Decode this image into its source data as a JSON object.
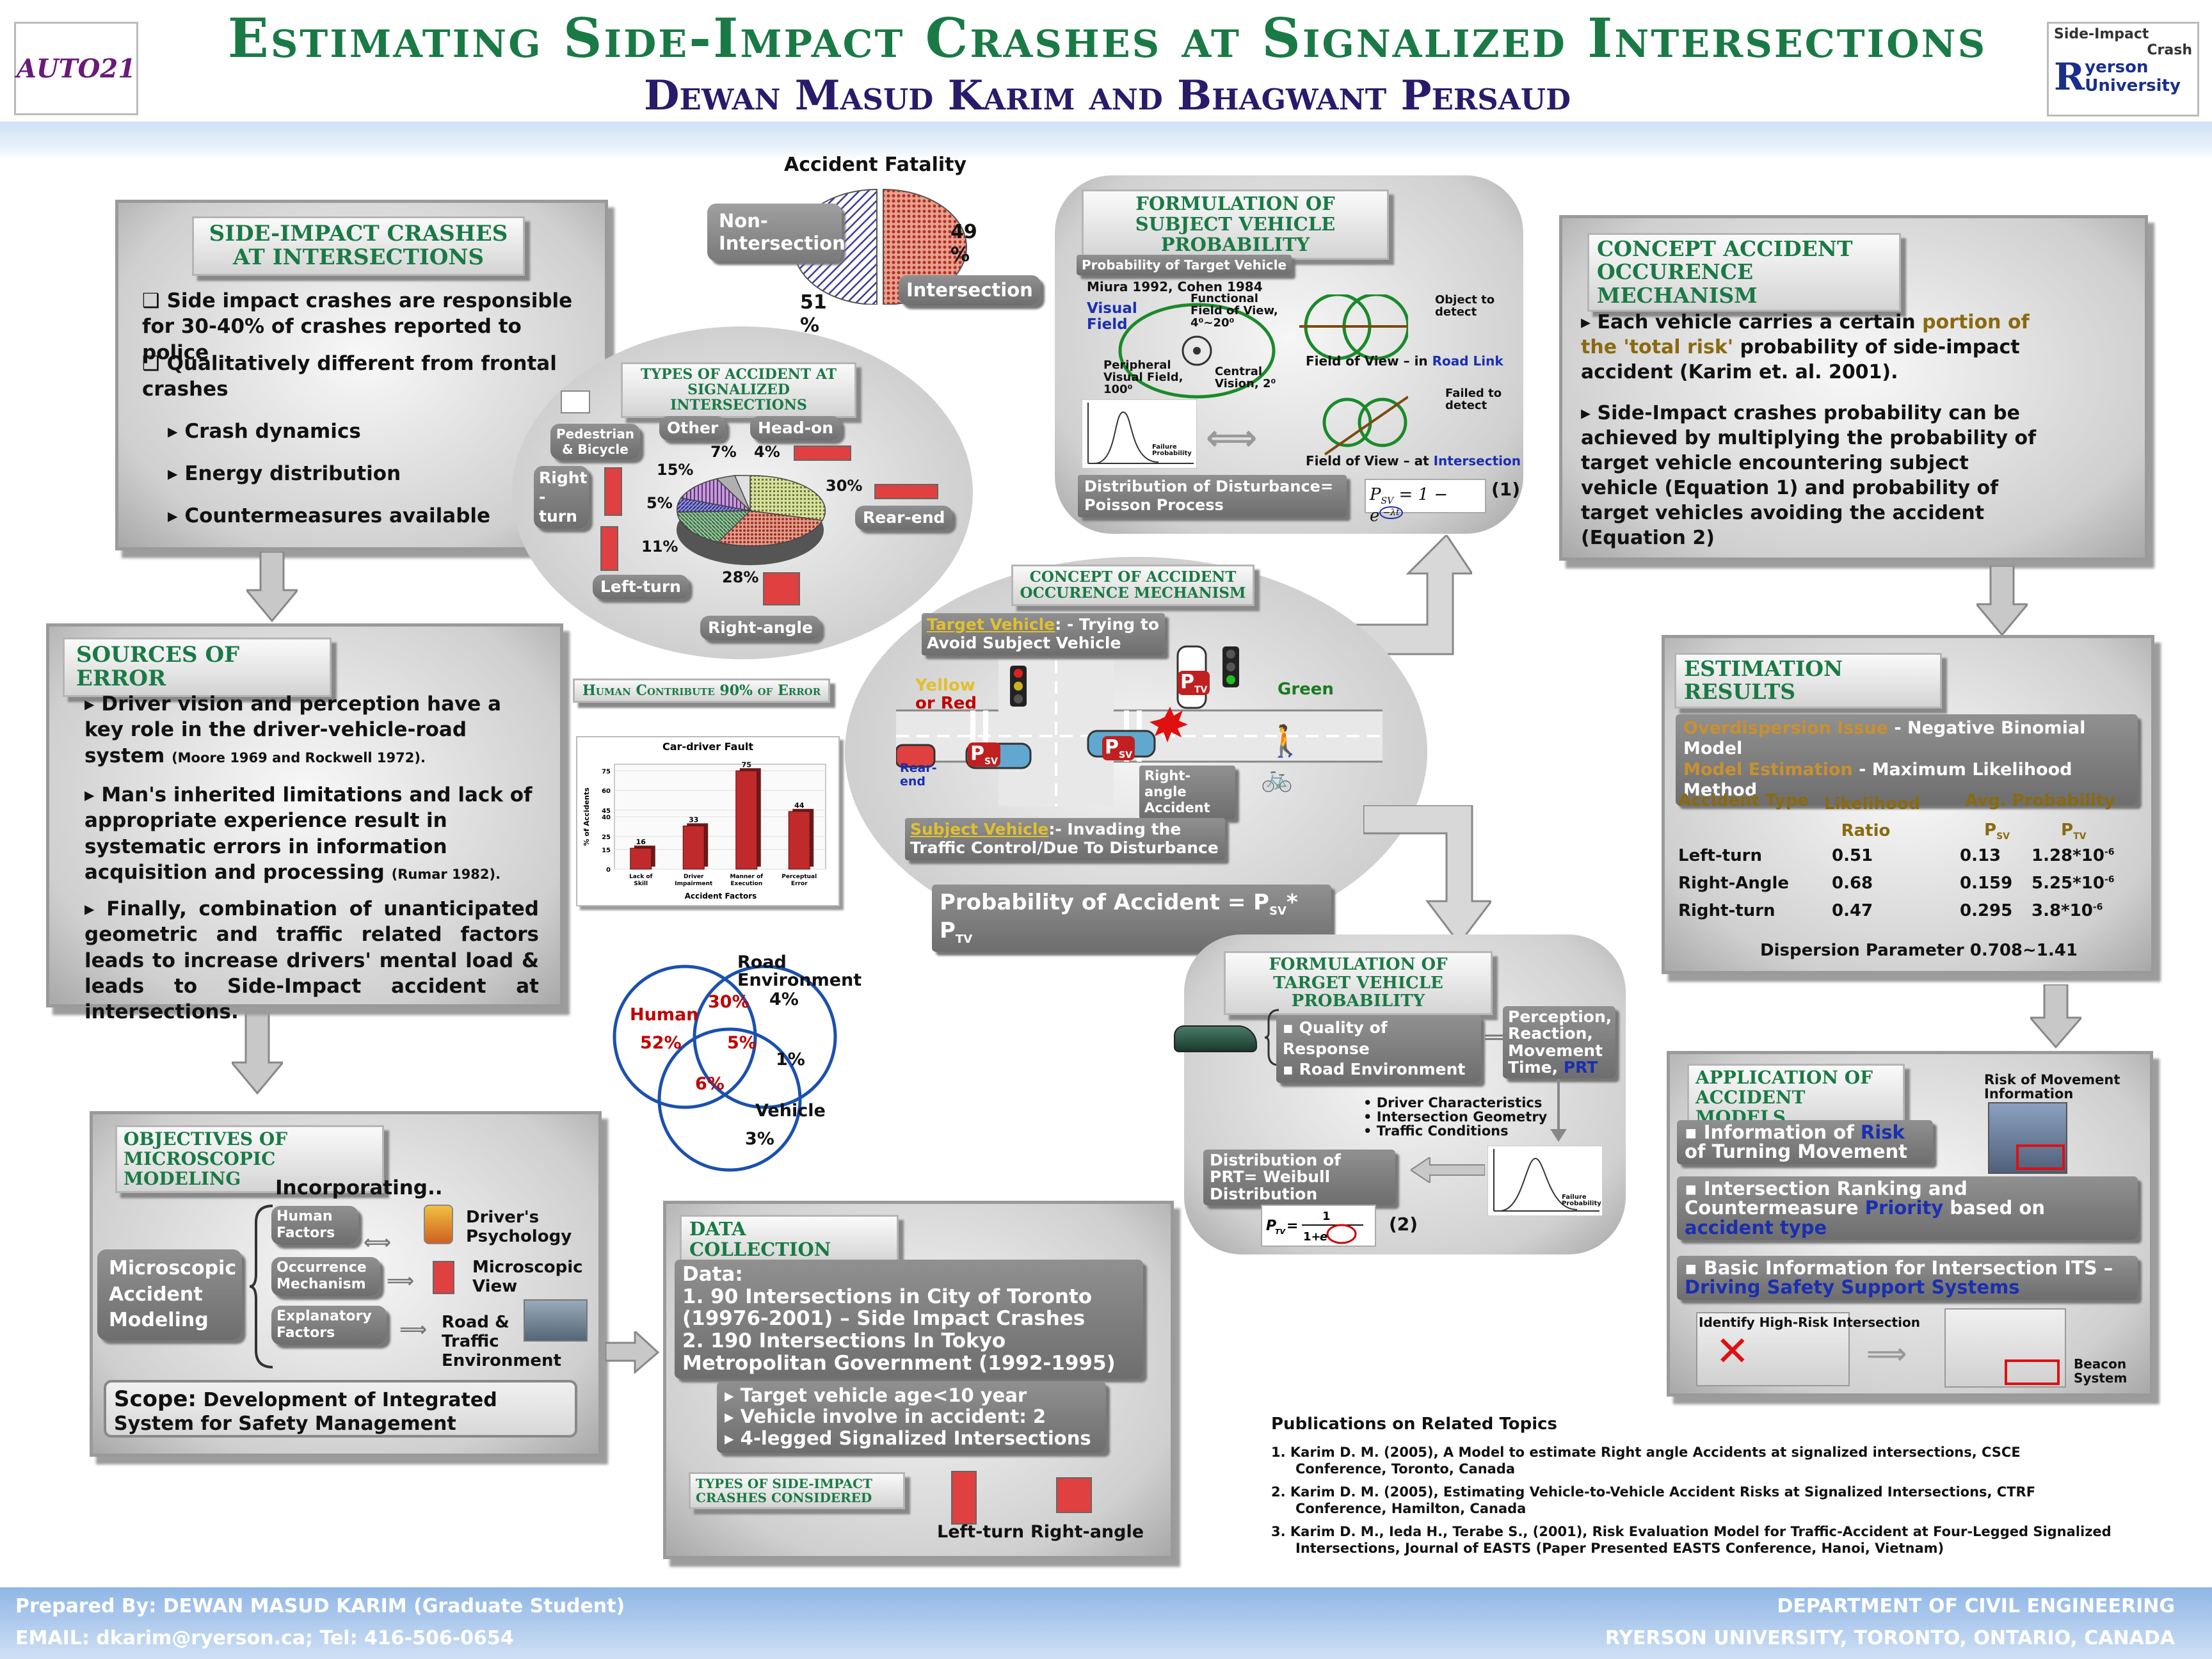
{
  "header": {
    "title": "Estimating Side-Impact Crashes at Signalized Intersections",
    "authors": "Dewan Masud Karim and Bhagwant Persaud",
    "left_logo": "AUTO21",
    "right_logo_line1": "Side-Impact",
    "right_logo_line2": "Crash",
    "right_logo_line3": "yerson",
    "right_logo_line4": "University",
    "right_logo_r": "R"
  },
  "side_impact": {
    "title": "SIDE-IMPACT CRASHES AT INTERSECTIONS",
    "p1": "❑ Side impact crashes are responsible for 30-40% of crashes reported to police",
    "p2": "❑ Qualitatively different from frontal crashes",
    "b1": "▸ Crash dynamics",
    "b2": "▸ Energy distribution",
    "b3": "▸ Countermeasures available"
  },
  "fatality": {
    "title": "Accident Fatality",
    "non_label": "Non-Intersection",
    "int_label": "Intersection",
    "v49": "49 %",
    "v51": "51 %"
  },
  "types": {
    "title": "TYPES OF ACCIDENT AT SIGNALIZED INTERSECTIONS",
    "ped": "Pedestrian & Bicycle",
    "other": "Other",
    "headon": "Head-on",
    "right": "Right -turn",
    "rearend": "Rear-end",
    "leftturn": "Left-turn",
    "rightangle": "Right-angle",
    "p15": "15%",
    "p7": "7%",
    "p4": "4%",
    "p30": "30%",
    "p5": "5%",
    "p11": "11%",
    "p28": "28%"
  },
  "errors": {
    "title": "SOURCES OF ERROR",
    "p1": "▸ Driver vision and perception have a key role in the driver-vehicle-road system",
    "p1ref": "(Moore 1969 and Rockwell 1972).",
    "p2": "▸ Man's inherited limitations and lack of appropriate experience result in systematic errors in information acquisition and processing",
    "p2ref": "(Rumar 1982).",
    "p3": "▸ Finally, combination of unanticipated geometric and traffic related factors leads to increase drivers' mental load & leads to Side-Impact accident at intersections."
  },
  "human_tab": "Human Contribute 90% of Error",
  "chart_data": {
    "type": "bar",
    "title": "Car-driver Fault",
    "categories": [
      "Lack of Skill",
      "Driver Impairment",
      "Manner of Execution",
      "Perceptual Error"
    ],
    "values": [
      16,
      33,
      75,
      44
    ],
    "ylabel": "% of Accidents",
    "xlabel": "Accident Factors",
    "yticks": [
      "0",
      "15",
      "25",
      "40",
      "45",
      "60",
      "75"
    ],
    "ylim": [
      0,
      80
    ]
  },
  "venn": {
    "road": "Road Environment",
    "road_pct": "4%",
    "human": "Human",
    "human_pct": "52%",
    "hr": "30%",
    "center": "5%",
    "rv": "1%",
    "hv": "6%",
    "vehicle": "Vehicle",
    "vehicle_pct": "3%"
  },
  "objectives": {
    "title": "OBJECTIVES OF MICROSCOPIC MODELING",
    "incorporating": "Incorporating..",
    "model": "Microscopic Accident Modeling",
    "f1": "Human Factors",
    "f2": "Occurrence Mechanism",
    "f3": "Explanatory Factors",
    "r1": "Driver's Psychology",
    "r2": "Microscopic View",
    "r3": "Road & Traffic Environment",
    "scope_label": "Scope:",
    "scope": "Development of Integrated System for Safety Management"
  },
  "subject": {
    "title": "FORMULATION OF SUBJECT VEHICLE PROBABILITY",
    "prob_tab": "Probability of Target Vehicle",
    "refs": "Miura 1992, Cohen 1984",
    "visual": "Visual Field",
    "functional": "Functional Field of View, 4⁰~20⁰",
    "peripheral": "Peripheral Visual Field, 100⁰",
    "central": "Central Vision, 2⁰",
    "obj_detect": "Object to detect",
    "fov_road": "Field of View – in ",
    "fov_road2": "Road Link",
    "failed": "Failed to detect",
    "fov_int": "Field of View – at ",
    "fov_int2": "Intersection",
    "dist": "Distribution of Disturbance= Poisson Process",
    "failure": "Failure Probability",
    "eq": "P",
    "eqsub": "SV",
    "eqrest": " = 1 − e",
    "eqexp": "−λt",
    "eqnum": "(1)"
  },
  "concept_center": {
    "title": "CONCEPT OF ACCIDENT OCCURENCE MECHANISM",
    "target": "Target Vehicle",
    "target2": ": - Trying to Avoid Subject Vehicle",
    "yellow": "Yellow",
    "or_red": "or Red",
    "green": "Green",
    "rear": "Rear-end",
    "rightangle": "Right-angle Accident",
    "subject": "Subject Vehicle",
    "subject2": ":- Invading the Traffic Control/Due To Disturbance",
    "prob": "Probability of Accident = P",
    "psv": "SV",
    "star": "* P",
    "ptv": "TV",
    "pv": "P",
    "sv": "SV",
    "tv": "TV"
  },
  "concept_right": {
    "title": "CONCEPT ACCIDENT OCCURENCE MECHANISM",
    "p1a": "▸ Each vehicle carries a certain ",
    "p1b": "portion of the 'total risk'",
    "p1c": " probability of side-impact accident (Karim et. al. 2001).",
    "p2": "▸ Side-Impact crashes probability can be achieved by multiplying the probability of target vehicle encountering subject vehicle (Equation 1) and probability of target vehicles avoiding the accident (Equation 2)"
  },
  "results": {
    "title": "ESTIMATION RESULTS",
    "od1": "Overdispersion Issue",
    "od2": " - Negative Binomial Model",
    "me1": "Model Estimation",
    "me2": " - Maximum Likelihood Method",
    "h_type": "Accident Type",
    "h_lr": "Likelihood Ratio",
    "h_avg": "Avg. Probability",
    "h_psv": "P",
    "h_psv_sub": "SV",
    "h_ptv": "P",
    "h_ptv_sub": "TV",
    "rows": [
      {
        "type": "Left-turn",
        "lr": "0.51",
        "psv": "0.13",
        "ptv": "1.28*10",
        "exp": "-6"
      },
      {
        "type": "Right-Angle",
        "lr": "0.68",
        "psv": "0.159",
        "ptv": "5.25*10",
        "exp": "-6"
      },
      {
        "type": "Right-turn",
        "lr": "0.47",
        "psv": "0.295",
        "ptv": "3.8*10",
        "exp": "-6"
      }
    ],
    "dispersion": "Dispersion Parameter 0.708~1.41"
  },
  "target": {
    "title": "FORMULATION OF TARGET VEHICLE PROBABILITY",
    "q": "▪ Quality of Response",
    "r": "▪ Road Environment",
    "prt": "Perception, Reaction, Movement Time, ",
    "prt2": "PRT",
    "dc": "• Driver Characteristics",
    "ig": "• Intersection Geometry",
    "tc": "• Traffic Conditions",
    "dist": "Distribution of PRT= Weibull Distribution",
    "failure": "Failure Probability",
    "eqnum": "(2)"
  },
  "application": {
    "title": "APPLICATION OF ACCIDENT MODELS",
    "risk": "Risk of Movement Information",
    "i1a": "▪ Information of ",
    "i1b": "Risk",
    "i1c": " of Turning Movement",
    "i2a": "▪ Intersection Ranking and Countermeasure ",
    "i2b": "Priority",
    "i2c": " based on ",
    "i2d": "accident type",
    "i3a": "▪ Basic Information for Intersection ITS – ",
    "i3b": "Driving Safety Support Systems",
    "identify": "Identify High-Risk Intersection",
    "beacon": "Beacon System"
  },
  "data": {
    "title": "DATA COLLECTION",
    "d1": "Data:",
    "d2": "1. 90 Intersections in City of Toronto (19976-2001) – Side Impact Crashes",
    "d3": "2. 190 Intersections In Tokyo Metropolitan Government (1992-1995)",
    "b1": "▸ Target vehicle age<10 year",
    "b2": "▸ Vehicle involve in accident: 2",
    "b3": "▸ 4-legged Signalized Intersections",
    "types_tab": "TYPES OF SIDE-IMPACT CRASHES CONSIDERED",
    "left": "Left-turn",
    "right": "Right-angle"
  },
  "pubs": {
    "title": "Publications on Related Topics",
    "items": [
      "1.   Karim D. M. (2005), A Model to estimate Right angle Accidents at signalized intersections, CSCE Conference, Toronto, Canada",
      "2.   Karim D. M. (2005), Estimating Vehicle-to-Vehicle Accident Risks at Signalized Intersections, CTRF Conference, Hamilton, Canada",
      "3.  Karim D. M., Ieda H., Terabe S., (2001), Risk Evaluation Model for Traffic-Accident at Four-Legged Signalized Intersections, Journal of EASTS (Paper Presented EASTS Conference, Hanoi, Vietnam)"
    ]
  },
  "footer": {
    "prepared": "Prepared By: DEWAN MASUD KARIM (Graduate Student)",
    "email": "EMAIL: dkarim@ryerson.ca; Tel: 416-506-0654",
    "dept": "DEPARTMENT OF CIVIL ENGINEERING",
    "univ": "RYERSON UNIVERSITY, TORONTO, ONTARIO, CANADA"
  },
  "colors": {
    "title_green": "#1a7a45",
    "author_purple": "#2a1a6a",
    "accent_blue": "#1a2fb0",
    "risk_red": "#c00000",
    "brown": "#8a6a10"
  }
}
